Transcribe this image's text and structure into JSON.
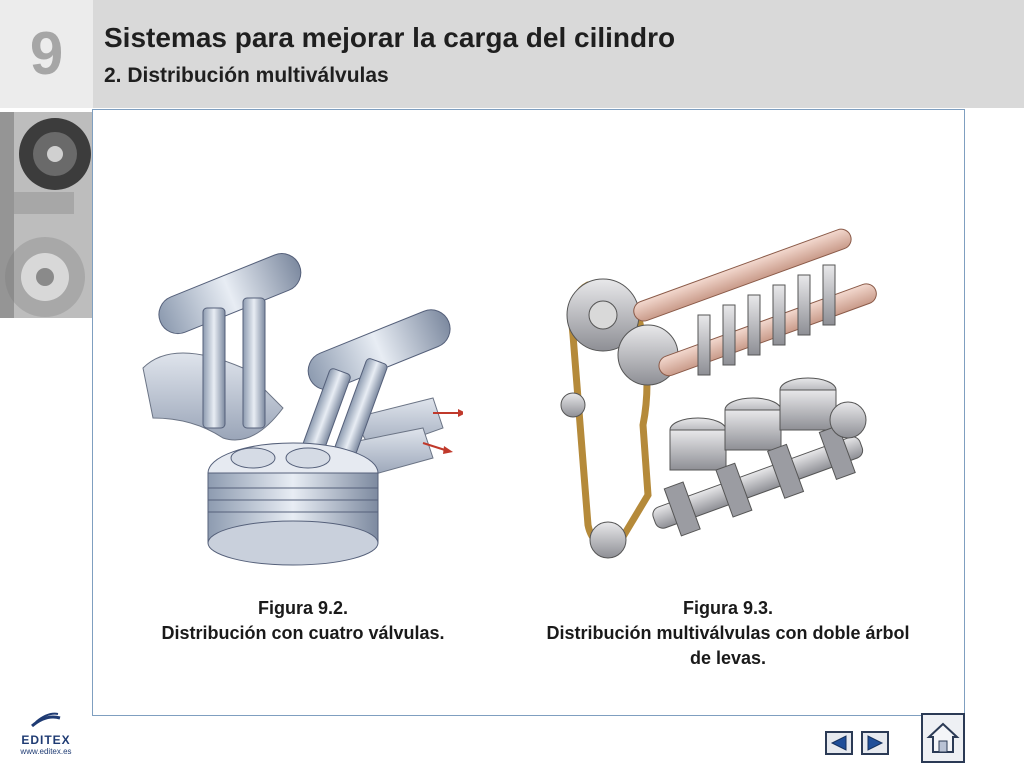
{
  "chapter": {
    "number": "9"
  },
  "header": {
    "title": "Sistemas para mejorar la carga del cilindro",
    "subtitle": "2. Distribución multiválvulas"
  },
  "figures": [
    {
      "label": "Figura 9.2.",
      "caption": "Distribución con cuatro válvulas."
    },
    {
      "label": "Figura 9.3.",
      "caption": "Distribución multiválvulas con doble árbol de levas."
    }
  ],
  "footer": {
    "logo_name": "EDITEX",
    "logo_url": "www.editex.es"
  },
  "navigation": {
    "prev_icon": "triangle-left-icon",
    "next_icon": "triangle-right-icon",
    "home_icon": "house-icon"
  },
  "colors": {
    "header_bg": "#d9d9d9",
    "chapter_number": "#a6a6a6",
    "frame_border": "#7f9fc0",
    "nav_blue": "#1f4e99",
    "brand": "#1f3b73"
  }
}
